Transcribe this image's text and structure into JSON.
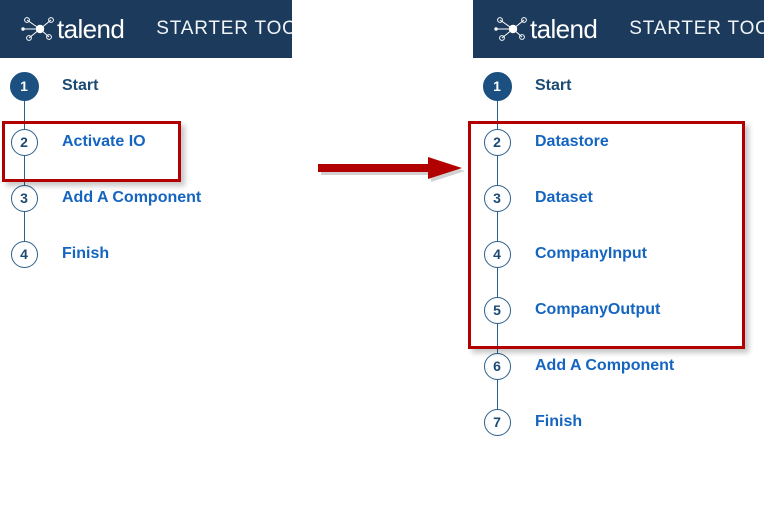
{
  "brand": {
    "name": "talend",
    "logo_icon": "talend-node-network-icon"
  },
  "panels": {
    "before": {
      "appbar_title": "STARTER TOO",
      "steps": [
        {
          "number": "1",
          "label": "Start",
          "state": "done"
        },
        {
          "number": "2",
          "label": "Activate IO",
          "state": "pending"
        },
        {
          "number": "3",
          "label": "Add A Component",
          "state": "pending"
        },
        {
          "number": "4",
          "label": "Finish",
          "state": "pending"
        }
      ],
      "highlight": {
        "label": "Activate IO"
      }
    },
    "after": {
      "appbar_title": "STARTER TOO",
      "steps": [
        {
          "number": "1",
          "label": "Start",
          "state": "done"
        },
        {
          "number": "2",
          "label": "Datastore",
          "state": "pending"
        },
        {
          "number": "3",
          "label": "Dataset",
          "state": "pending"
        },
        {
          "number": "4",
          "label": "CompanyInput",
          "state": "pending"
        },
        {
          "number": "5",
          "label": "CompanyOutput",
          "state": "pending"
        },
        {
          "number": "6",
          "label": "Add A Component",
          "state": "pending"
        },
        {
          "number": "7",
          "label": "Finish",
          "state": "pending"
        }
      ],
      "highlight": {
        "labels": [
          "Datastore",
          "Dataset",
          "CompanyInput",
          "CompanyOutput"
        ]
      }
    }
  },
  "transition": {
    "arrow_icon": "right-arrow-icon",
    "direction": "right"
  },
  "colors": {
    "appbar_bg": "#1b3a5c",
    "step_done_fill": "#1b5080",
    "step_circle_border": "#2c5f8a",
    "step_label": "#1565c0",
    "step_label_current": "#1b4a75",
    "highlight_border": "#b20000",
    "arrow": "#b20000",
    "page_bg": "#ffffff"
  }
}
